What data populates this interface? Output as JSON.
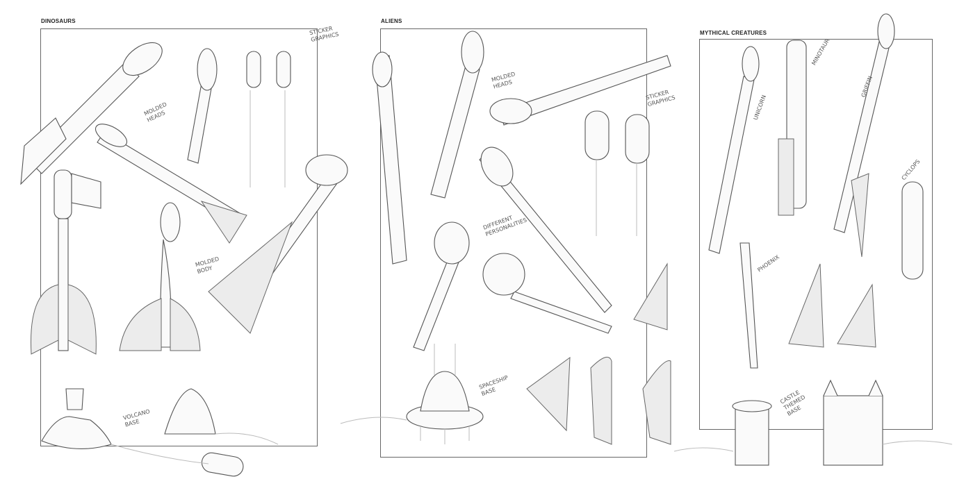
{
  "sections": [
    {
      "title": "DINOSAURS",
      "notes": [
        "STICKER GRAPHICS",
        "MOLDED HEADS",
        "MOLDED BODY",
        "VOLCANO BASE"
      ]
    },
    {
      "title": "ALIENS",
      "notes": [
        "MOLDED HEADS",
        "STICKER GRAPHICS",
        "DIFFERENT PERSONALITIES",
        "SPACESHIP BASE"
      ]
    },
    {
      "title": "MYTHICAL CREATURES",
      "notes": [
        "UNICORN",
        "MINOTAUR",
        "GRIFFIN",
        "CYCLOPS",
        "PHOENIX",
        "CASTLE THEMED BASE"
      ]
    }
  ]
}
